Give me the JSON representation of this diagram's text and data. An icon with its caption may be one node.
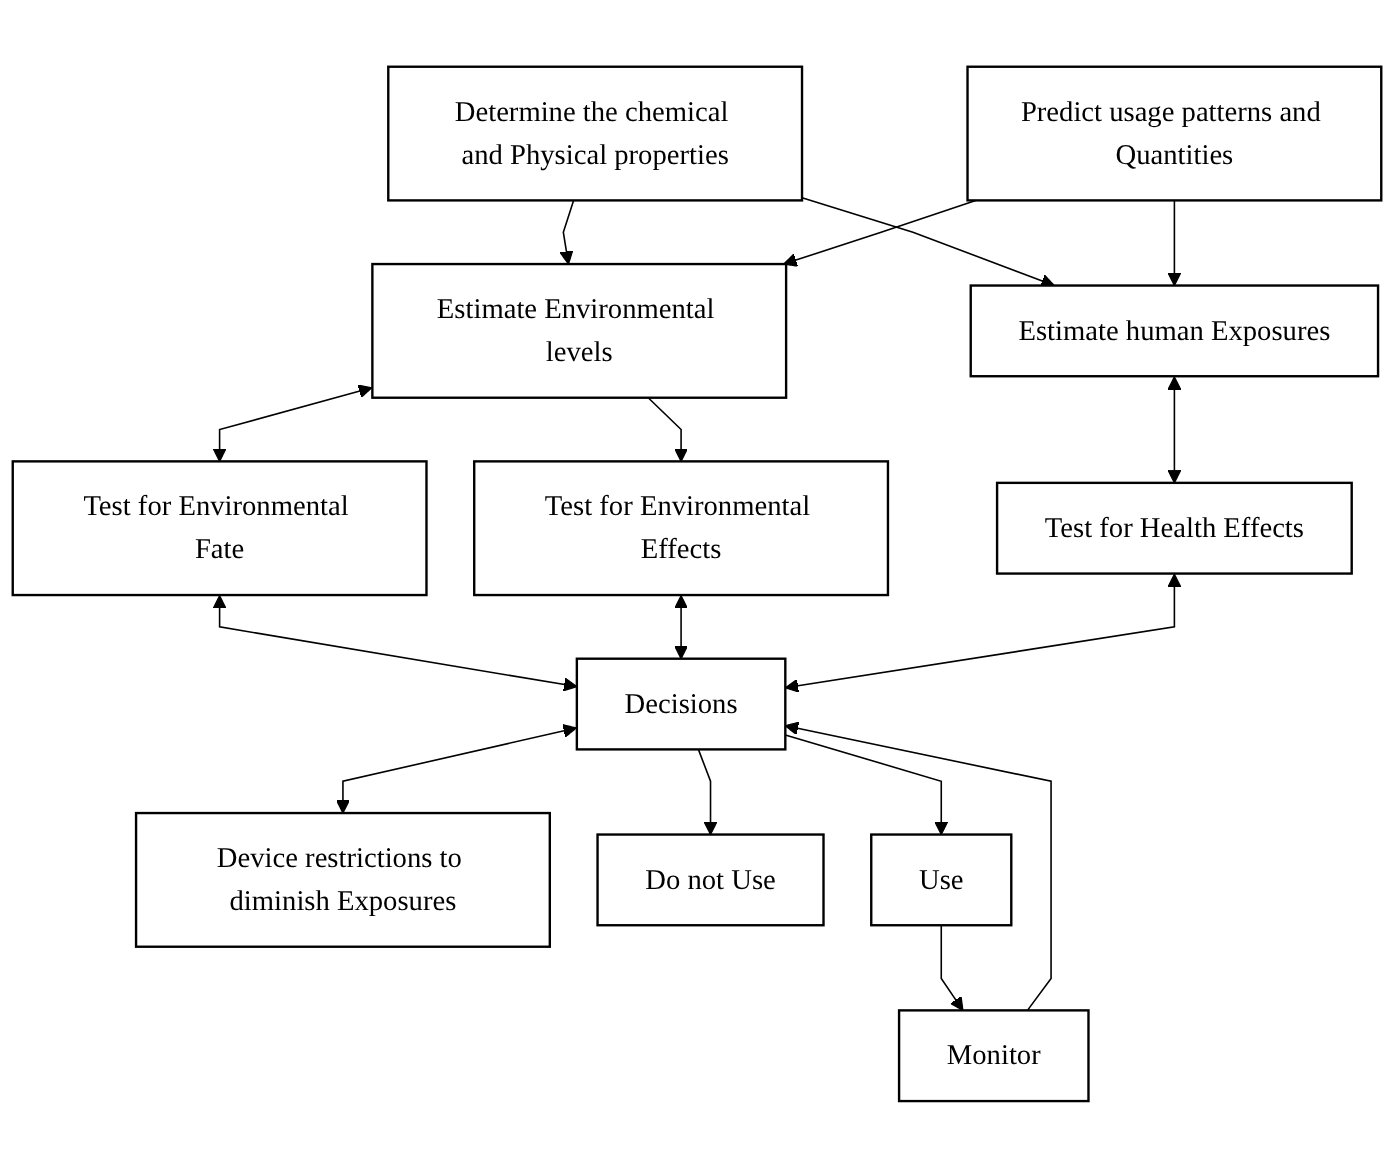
{
  "diagram": {
    "nodes": [
      {
        "text": [
          "Determine the chemical and Physical properties"
        ]
      },
      {
        "text": [
          "Predict usage patterns and Quantities"
        ]
      },
      {
        "text": [
          "Estimate Environmental levels"
        ]
      },
      {
        "text": [
          "Estimate human Exposures"
        ]
      },
      {
        "text": [
          "Test for Environmental Fate"
        ]
      },
      {
        "text": [
          "Test for Environmental Effects"
        ]
      },
      {
        "text": [
          "Test for Health Effects"
        ]
      },
      {
        "text": [
          "Decisions"
        ]
      },
      {
        "text": [
          "Device restrictions to diminish Exposures"
        ]
      },
      {
        "text": [
          "Monitor"
        ]
      },
      {
        "text": [
          "Do not Use"
        ]
      },
      {
        "text": [
          "Use"
        ]
      }
    ],
    "edges": [
      {
        "from": 0,
        "to": 2,
        "arrow": "to"
      },
      {
        "from": 0,
        "to": 3,
        "arrow": "to"
      },
      {
        "from": 1,
        "to": 2,
        "arrow": "to"
      },
      {
        "from": 1,
        "to": 3,
        "arrow": "to"
      },
      {
        "from": 2,
        "to": 4,
        "arrow": "both"
      },
      {
        "from": 2,
        "to": 5,
        "arrow": "to"
      },
      {
        "from": 3,
        "to": 6,
        "arrow": "both"
      },
      {
        "from": 4,
        "to": 7,
        "arrow": "both"
      },
      {
        "from": 5,
        "to": 7,
        "arrow": "both"
      },
      {
        "from": 6,
        "to": 7,
        "arrow": "both"
      },
      {
        "from": 7,
        "to": 8,
        "arrow": "both"
      },
      {
        "from": 9,
        "to": 7,
        "arrow": "to"
      },
      {
        "from": 7,
        "to": 10,
        "arrow": "to"
      },
      {
        "from": 7,
        "to": 11,
        "arrow": "to"
      },
      {
        "from": 11,
        "to": 9,
        "arrow": "to"
      }
    ]
  }
}
